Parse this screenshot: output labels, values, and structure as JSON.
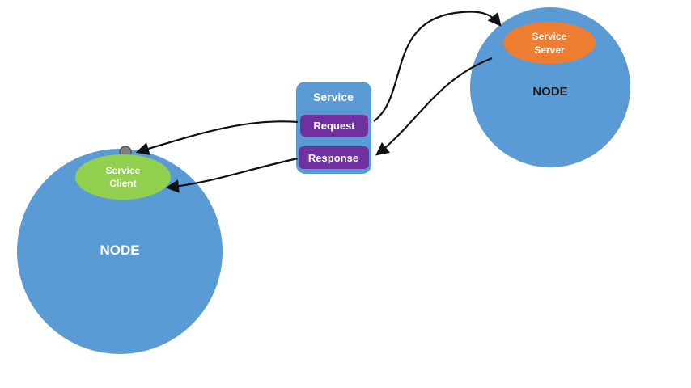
{
  "diagram": {
    "left_node": {
      "label": "NODE"
    },
    "right_node": {
      "label": "NODE"
    },
    "service_box": {
      "title": "Service",
      "request_label": "Request",
      "response_label": "Response"
    },
    "service_client": {
      "line1": "Service",
      "line2": "Client"
    },
    "service_server": {
      "line1": "Service",
      "line2": "Server"
    }
  },
  "colors": {
    "node_blue": "#5b9bd5",
    "client_green": "#92d050",
    "server_orange": "#ed7d31",
    "message_purple": "#7030a0",
    "connection_gray": "#808080",
    "connection_gray_stroke": "#595959",
    "arrow_black": "#111111"
  }
}
